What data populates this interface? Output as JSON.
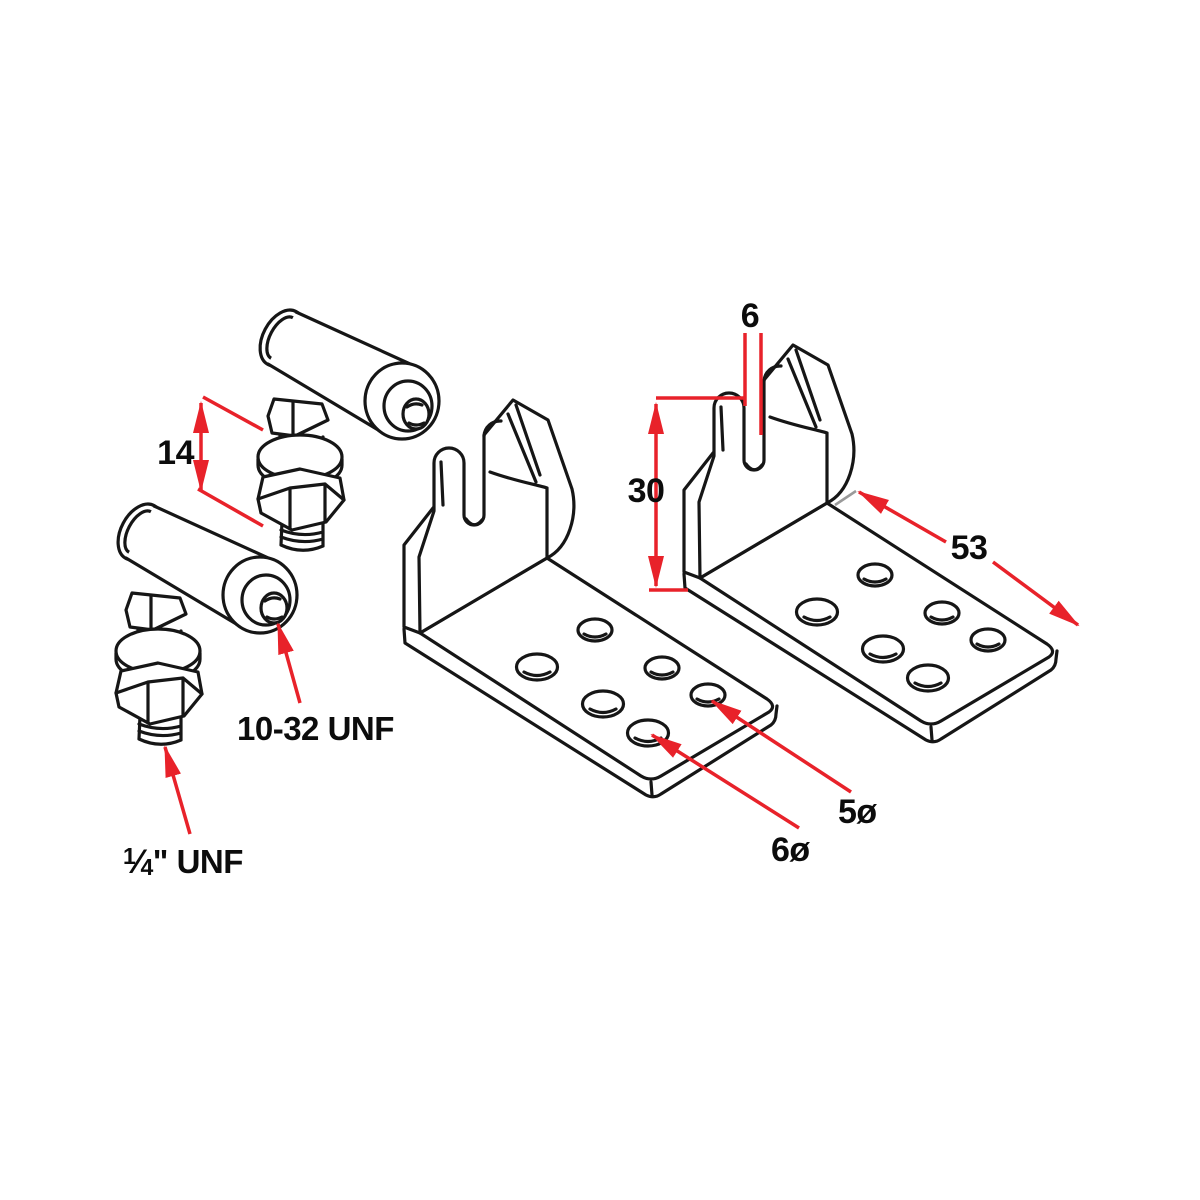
{
  "drawing": {
    "dimensions": {
      "nut_stack_height": "14",
      "slot_width": "6",
      "upright_height": "30",
      "base_length": "53"
    },
    "hole_diameters": {
      "small": "5ø",
      "large": "6ø"
    },
    "threads": {
      "barrel_bore": "10-32 UNF",
      "stud_fraction_numerator": "1",
      "stud_fraction_slash": "⁄",
      "stud_fraction_denominator": "4",
      "stud_suffix": "\" UNF"
    },
    "colors": {
      "line": "#161616",
      "accent": "#e8222a",
      "leader_gray": "#9a9a9a"
    }
  }
}
